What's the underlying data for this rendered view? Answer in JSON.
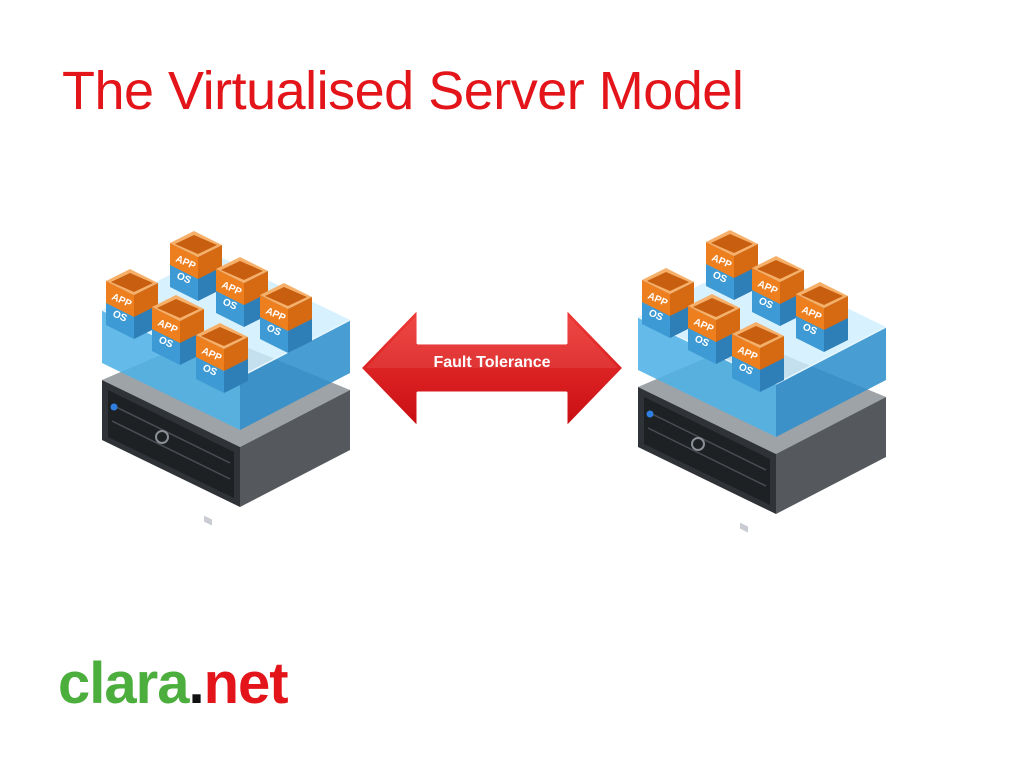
{
  "slide": {
    "title": "The Virtualised Server Model"
  },
  "arrow": {
    "label": "Fault Tolerance"
  },
  "vm": {
    "app_label": "APP",
    "os_label": "OS"
  },
  "logo": {
    "part1": "clara",
    "part2": ".",
    "part3": "net"
  },
  "colors": {
    "title": "#e3151a",
    "arrow": "#e3151a",
    "logo_green": "#4cae3c",
    "logo_red": "#e3151a",
    "vm_orange": "#ee7f1f",
    "vm_blue": "#3e9ad4",
    "hypervisor_blue": "#6ec3ec",
    "server_body": "#3b3b3b"
  }
}
